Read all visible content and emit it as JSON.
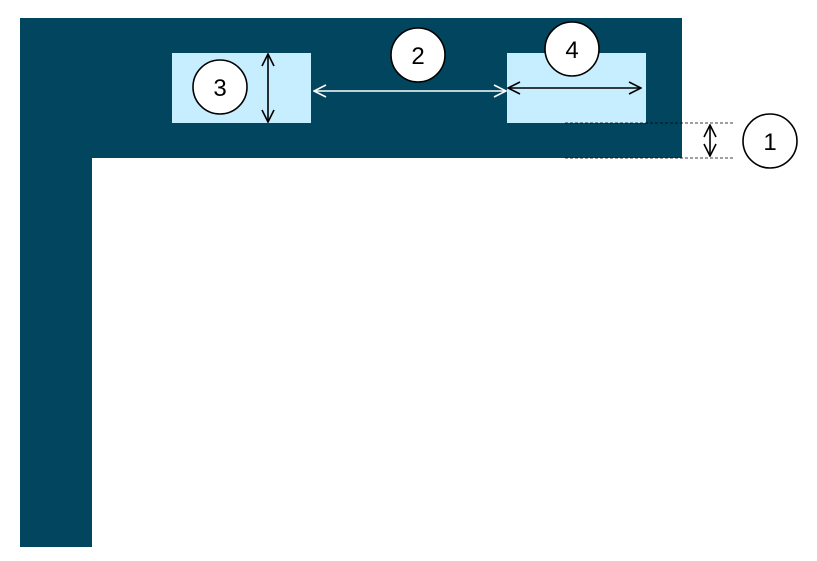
{
  "colors": {
    "bar": "#02455E",
    "box": "#C6EEFF",
    "arrow_on_dark": "#FFFFFF",
    "arrow_on_light": "#000000",
    "background": "#FFFFFF"
  },
  "callouts": [
    {
      "id": "1",
      "label": "1"
    },
    {
      "id": "2",
      "label": "2"
    },
    {
      "id": "3",
      "label": "3"
    },
    {
      "id": "4",
      "label": "4"
    }
  ]
}
